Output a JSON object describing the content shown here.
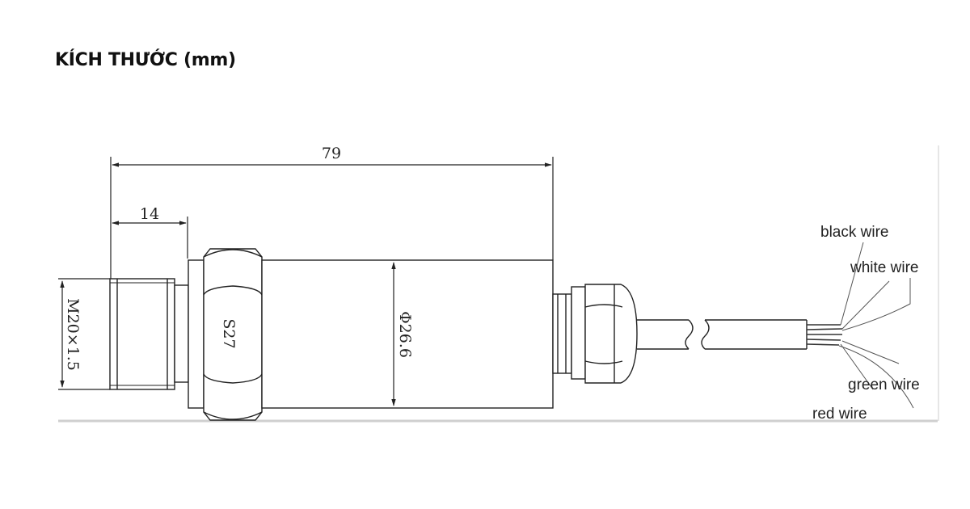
{
  "title": "KÍCH THƯỚC (mm)",
  "dimensions": {
    "overall_length": "79",
    "thread_length": "14",
    "thread_spec": "M20×1.5",
    "hex_size": "S27",
    "body_diameter": "Φ26.6"
  },
  "wires": {
    "black": "black wire",
    "white": "white wire",
    "green": "green wire",
    "red": "red wire"
  },
  "colors": {
    "line": "#222222",
    "text": "#111111"
  }
}
